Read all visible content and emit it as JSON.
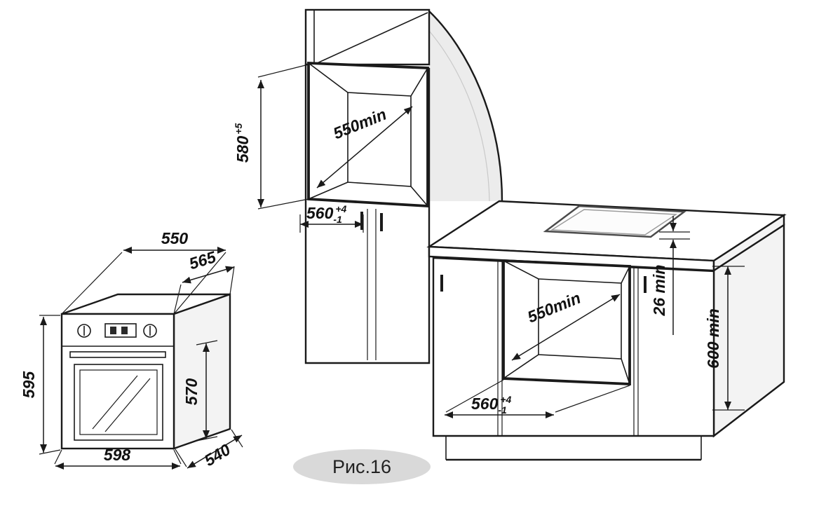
{
  "caption": {
    "label": "Рис.16"
  },
  "colors": {
    "line": "#1a1a1a",
    "wall_fill": "#ececec",
    "caption_fill": "#d9d9d9"
  },
  "oven": {
    "top_width": "550",
    "top_depth": "565",
    "height": "595",
    "body_height": "570",
    "bottom_width": "598",
    "bottom_depth": "540"
  },
  "tall_unit": {
    "niche_height": "580",
    "niche_height_tol": "+5",
    "niche_width": "560",
    "niche_width_tol_plus": "+4",
    "niche_width_tol_minus": "-1",
    "niche_depth": "550min"
  },
  "base_unit": {
    "niche_depth": "550min",
    "gap_top": "26 min",
    "niche_height": "600 min",
    "niche_width": "560",
    "niche_width_tol_plus": "+4",
    "niche_width_tol_minus": "-1"
  }
}
